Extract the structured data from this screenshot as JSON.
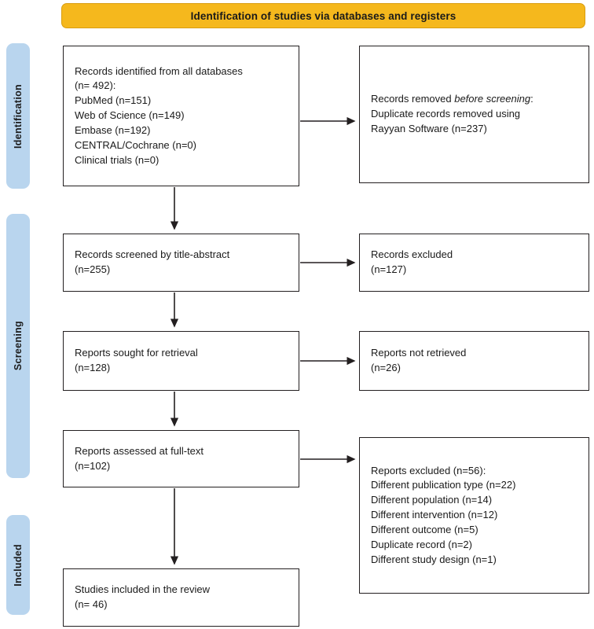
{
  "banner": {
    "title": "Identification of studies via databases and registers",
    "color": "#F5B81D"
  },
  "stages": [
    {
      "id": "identification",
      "label": "Identification",
      "color": "#B9D5EE"
    },
    {
      "id": "screening",
      "label": "Screening",
      "color": "#B9D5EE"
    },
    {
      "id": "included",
      "label": "Included",
      "color": "#B9D5EE"
    }
  ],
  "boxes": {
    "identified": {
      "title": "Records identified from all databases",
      "count_line": "(n= 492):",
      "sources": [
        "PubMed (n=151)",
        "Web of Science (n=149)",
        "Embase (n=192)",
        "CENTRAL/Cochrane (n=0)",
        "Clinical trials (n=0)"
      ],
      "text": "Records identified from all databases\n(n= 492):\n    PubMed (n=151)\n    Web of Science (n=149)\n    Embase (n=192)\n    CENTRAL/Cochrane (n=0)\n    Clinical trials (n=0)"
    },
    "removed": {
      "lead": "Records removed ",
      "emphasis": "before screening",
      "lead_tail": ":",
      "detail": "    Duplicate records removed using\n    Rayyan Software (n=237)"
    },
    "screened": {
      "text": "Records screened by title-abstract\n(n=255)"
    },
    "records_excluded": {
      "text": "Records excluded\n(n=127)"
    },
    "sought": {
      "text": "Reports sought for retrieval\n(n=128)"
    },
    "not_retrieved": {
      "text": "Reports not retrieved\n(n=26)"
    },
    "assessed": {
      "text": "Reports assessed at full-text\n(n=102)"
    },
    "reports_excluded": {
      "text": "Reports excluded (n=56):\n      Different publication type (n=22)\n      Different population (n=14)\n      Different intervention (n=12)\n      Different outcome (n=5)\n      Duplicate record (n=2)\n      Different study design (n=1)",
      "header": "Reports excluded (n=56):",
      "reasons": [
        "Different publication type (n=22)",
        "Different population (n=14)",
        "Different intervention (n=12)",
        "Different outcome (n=5)",
        "Duplicate record (n=2)",
        "Different study design (n=1)"
      ]
    },
    "included": {
      "text": "Studies included in the review\n(n= 46)"
    }
  },
  "chart_data": {
    "type": "diagram",
    "title": "Identification of studies via databases and registers",
    "nodes": [
      {
        "id": "identified",
        "stage": "Identification",
        "label": "Records identified from all databases",
        "n": 492,
        "breakdown": {
          "PubMed": 151,
          "Web of Science": 149,
          "Embase": 192,
          "CENTRAL/Cochrane": 0,
          "Clinical trials": 0
        }
      },
      {
        "id": "removed",
        "stage": "Identification",
        "label": "Records removed before screening: Duplicate records removed using Rayyan Software",
        "n": 237
      },
      {
        "id": "screened",
        "stage": "Screening",
        "label": "Records screened by title-abstract",
        "n": 255
      },
      {
        "id": "records_excluded",
        "stage": "Screening",
        "label": "Records excluded",
        "n": 127
      },
      {
        "id": "sought",
        "stage": "Screening",
        "label": "Reports sought for retrieval",
        "n": 128
      },
      {
        "id": "not_retrieved",
        "stage": "Screening",
        "label": "Reports not retrieved",
        "n": 26
      },
      {
        "id": "assessed",
        "stage": "Screening",
        "label": "Reports assessed at full-text",
        "n": 102
      },
      {
        "id": "reports_excluded",
        "stage": "Screening",
        "label": "Reports excluded",
        "n": 56,
        "breakdown": {
          "Different publication type": 22,
          "Different population": 14,
          "Different intervention": 12,
          "Different outcome": 5,
          "Duplicate record": 2,
          "Different study design": 1
        }
      },
      {
        "id": "included",
        "stage": "Included",
        "label": "Studies included in the review",
        "n": 46
      }
    ],
    "edges": [
      {
        "from": "identified",
        "to": "removed",
        "direction": "right"
      },
      {
        "from": "identified",
        "to": "screened",
        "direction": "down"
      },
      {
        "from": "screened",
        "to": "records_excluded",
        "direction": "right"
      },
      {
        "from": "screened",
        "to": "sought",
        "direction": "down"
      },
      {
        "from": "sought",
        "to": "not_retrieved",
        "direction": "right"
      },
      {
        "from": "sought",
        "to": "assessed",
        "direction": "down"
      },
      {
        "from": "assessed",
        "to": "reports_excluded",
        "direction": "right"
      },
      {
        "from": "assessed",
        "to": "included",
        "direction": "down"
      }
    ]
  }
}
